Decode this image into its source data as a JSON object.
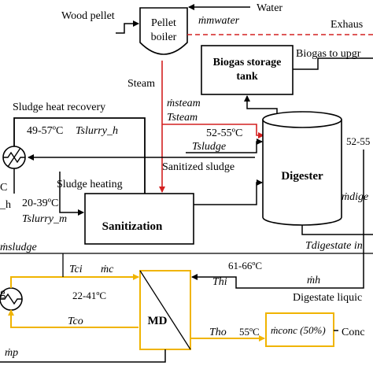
{
  "labels": {
    "wood_pellet": "Wood pellet",
    "water": "Water",
    "m_mwater": "ṁmwater",
    "pellet_boiler": [
      "Pellet",
      "boiler"
    ],
    "exhaust": "Exhaus",
    "biogas_storage_tank": [
      "Biogas storage",
      "tank"
    ],
    "biogas_to_upgrading": "Biogas to upgr",
    "steam": "Steam",
    "m_steam": "ṁsteam",
    "t_steam": "Tsteam",
    "sludge_heat_recovery": "Sludge heat recovery",
    "temp_49_57": "49-57ºC",
    "t_slurry_h": "Tslurry_h",
    "temp_52_55_a": "52-55ºC",
    "t_sludge": "Tsludge",
    "temp_52_55_b": "52-55",
    "digester": "Digester",
    "sanitized_sludge": "Sanitized sludge",
    "sludge_heating": "Sludge heating",
    "c_fragment": "C",
    "h_fragment": "_h",
    "temp_20_39": "20-39ºC",
    "t_slurry_m": "Tslurry_m",
    "sanitization": "Sanitization",
    "m_digestate": "ṁdige",
    "m_sludge": "ṁsludge",
    "t_digestate_in": "Tdigestate in",
    "t_ci": "Tci",
    "m_c": "ṁc",
    "temp_61_66": "61-66ºC",
    "t_hi": "Thi",
    "m_h": "ṁh",
    "temp_22_41": "22-41ºC",
    "md": "MD",
    "digestate_liquid": "Digestate liquic",
    "g_fragment": "g",
    "t_co": "Tco",
    "t_ho": "Tho",
    "temp_55": "55ºC",
    "m_conc": "ṁconc (50%)",
    "concentrate": "Conc",
    "m_p": "ṁp"
  },
  "colors": {
    "steam_line": "#d42020",
    "exhaust_line": "#d42020",
    "md_loop": "#f0b400",
    "lines": "#000000"
  }
}
